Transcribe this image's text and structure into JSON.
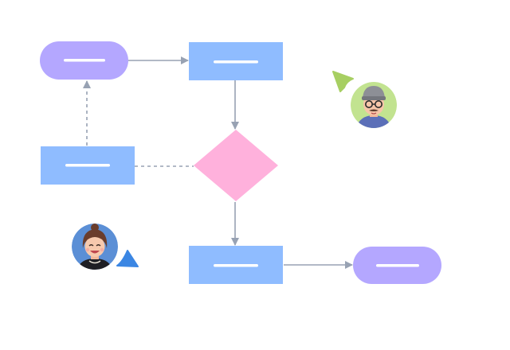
{
  "colors": {
    "terminal": "#b4a7ff",
    "process": "#8fbcff",
    "decision": "#ffb1dc",
    "connector": "#98a2b3",
    "placeholder_line": "#ffffff",
    "cursor_green": "#a7cf62",
    "cursor_blue": "#3b86e3"
  },
  "nodes": [
    {
      "id": "start-terminal",
      "kind": "terminal",
      "label": ""
    },
    {
      "id": "process-top",
      "kind": "process",
      "label": ""
    },
    {
      "id": "process-left",
      "kind": "process",
      "label": ""
    },
    {
      "id": "decision",
      "kind": "decision",
      "label": ""
    },
    {
      "id": "process-bottom",
      "kind": "process",
      "label": ""
    },
    {
      "id": "end-terminal",
      "kind": "terminal",
      "label": ""
    }
  ],
  "edges": [
    {
      "from": "start-terminal",
      "to": "process-top",
      "style": "solid"
    },
    {
      "from": "process-top",
      "to": "decision",
      "style": "solid"
    },
    {
      "from": "process-left",
      "to": "start-terminal",
      "style": "dashed"
    },
    {
      "from": "process-left",
      "to": "decision",
      "style": "dashed"
    },
    {
      "from": "decision",
      "to": "process-bottom",
      "style": "solid"
    },
    {
      "from": "process-bottom",
      "to": "end-terminal",
      "style": "solid"
    }
  ],
  "collaborators": [
    {
      "name": "",
      "avatar": "avatar-man-beanie",
      "cursor": "cursor-arrow-icon"
    },
    {
      "name": "",
      "avatar": "avatar-woman",
      "cursor": "cursor-arrow-icon"
    }
  ]
}
